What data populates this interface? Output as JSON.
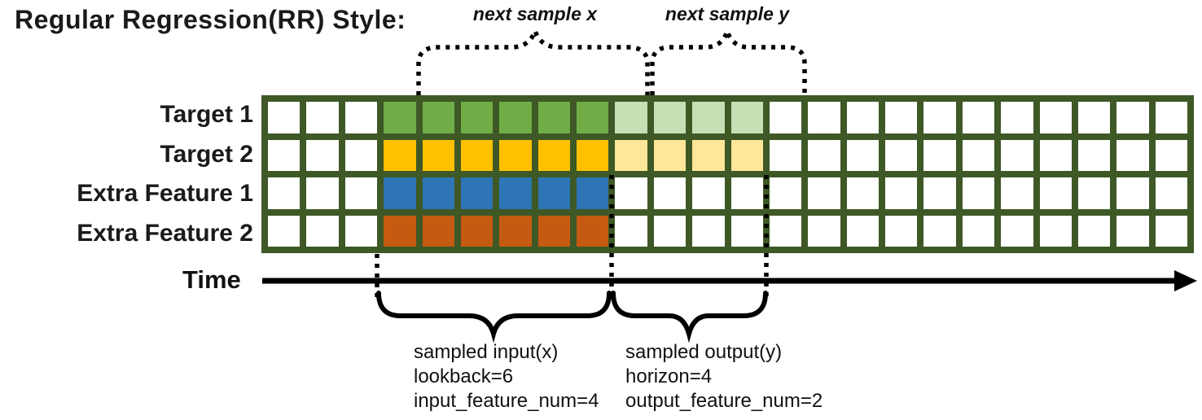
{
  "title": "Regular Regression(RR) Style:",
  "annotations": {
    "next_sample_x": "next sample x",
    "next_sample_y": "next sample y",
    "time_label": "Time",
    "input_lines": [
      "sampled input(x)",
      "lookback=6",
      "input_feature_num=4"
    ],
    "output_lines": [
      "sampled output(y)",
      "horizon=4",
      "output_feature_num=2"
    ]
  },
  "grid": {
    "columns": 24,
    "empty_lead": 3,
    "lookback": 6,
    "horizon": 4,
    "rows": [
      {
        "label": "Target 1",
        "input_color": "#70AD47",
        "output_color": "#C5E0B4"
      },
      {
        "label": "Target 2",
        "input_color": "#FFC000",
        "output_color": "#FFE699"
      },
      {
        "label": "Extra Feature 1",
        "input_color": "#2E75B6",
        "output_color": null
      },
      {
        "label": "Extra Feature 2",
        "input_color": "#C55A11",
        "output_color": null
      }
    ]
  },
  "colors": {
    "grid_border": "#3E5826",
    "cell_empty": "#FFFFFF",
    "annotation_stroke": "#000000"
  }
}
